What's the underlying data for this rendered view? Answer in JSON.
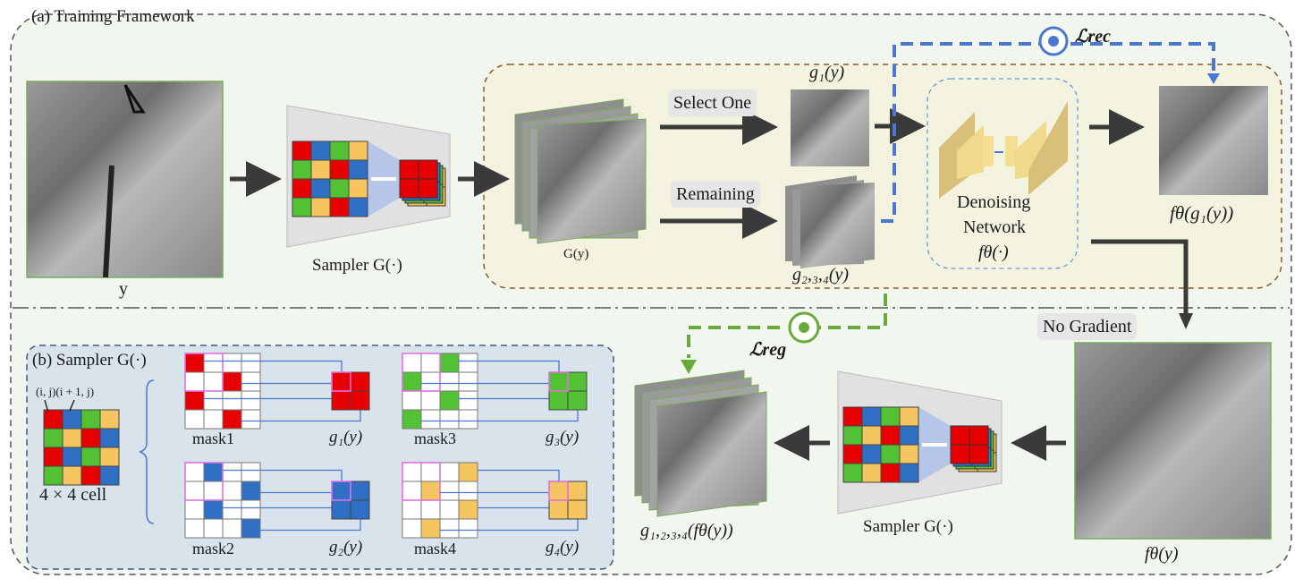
{
  "panel_a": {
    "title": "(a) Training Framework",
    "input_label": "y",
    "sampler_label": "Sampler G(·)",
    "gy_label": "G(y)",
    "select_one": "Select One",
    "remaining": "Remaining",
    "g1_label": "g₁(y)",
    "g234_label": "g₂,₃,₄(y)",
    "network_label_line1": "Denoising",
    "network_label_line2": "Network",
    "network_label_line3": "fθ(·)",
    "output_label": "fθ(g₁(y))",
    "loss_rec": "ℒrec",
    "no_gradient": "No Gradient",
    "fy_label": "fθ(y)",
    "sampler2_label": "Sampler G(·)",
    "g1234_label": "g₁,₂,₃,₄(fθ(y))",
    "loss_reg": "ℒreg"
  },
  "panel_b": {
    "title": "(b) Sampler G(·)",
    "cell_annotation": "(i, j)(i + 1, j)",
    "cell_label": "4 × 4 cell",
    "masks": [
      {
        "name": "mask1",
        "output": "g₁(y)",
        "color": "#e60000"
      },
      {
        "name": "mask2",
        "output": "g₂(y)",
        "color": "#2f6fc4"
      },
      {
        "name": "mask3",
        "output": "g₃(y)",
        "color": "#52c234"
      },
      {
        "name": "mask4",
        "output": "g₄(y)",
        "color": "#f5c560"
      }
    ]
  },
  "colors": {
    "red": "#e60000",
    "blue": "#2f6fc4",
    "green": "#52c234",
    "yellow": "#f5c560",
    "outer_bg": "#f1f6ee",
    "inner_bg": "#f4f3e0",
    "sampler_bg": "#d9e3ec",
    "rec_line": "#4a78d0",
    "reg_line": "#6aaa3a"
  }
}
